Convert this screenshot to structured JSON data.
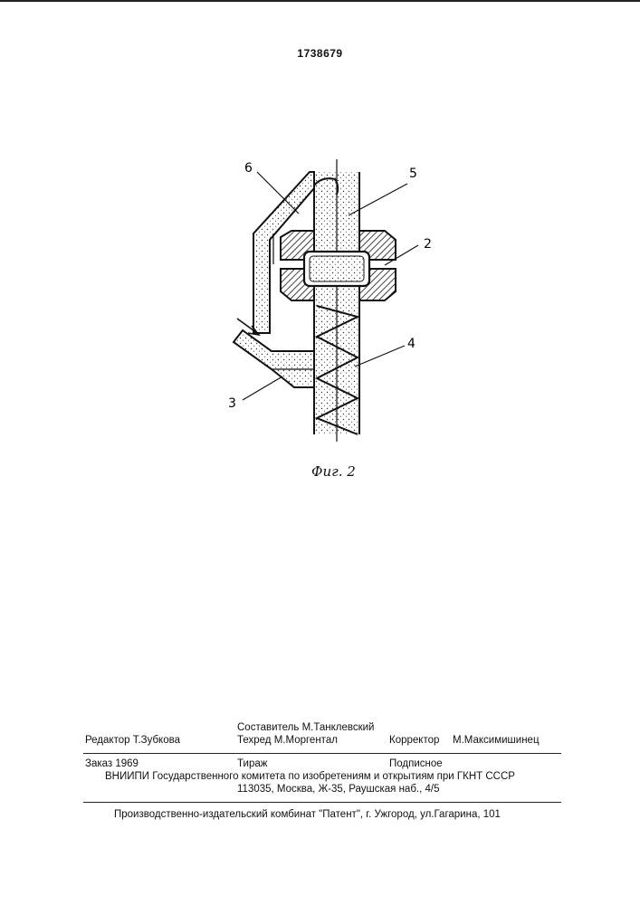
{
  "document": {
    "patent_number": "1738679",
    "figure": {
      "caption": "Фиг. 2",
      "labels": [
        "6",
        "5",
        "2",
        "4",
        "3"
      ]
    },
    "colophon": {
      "editor": "Редактор Т.Зубкова",
      "compiler": "Составитель М.Танклевский",
      "tech_editor": "Техред М.Моргентал",
      "corrector": "Корректор",
      "corrector_name": "М.Максимишинец",
      "order": "Заказ 1969",
      "circulation": "Тираж",
      "subscription": "Подписное",
      "vniipi": "ВНИИПИ Государственного комитета по изобретениям и открытиям при ГКНТ СССР",
      "address": "113035, Москва, Ж-35, Раушская наб., 4/5",
      "publisher": "Производственно-издательский комбинат \"Патент\", г. Ужгород, ул.Гагарина, 101"
    }
  }
}
